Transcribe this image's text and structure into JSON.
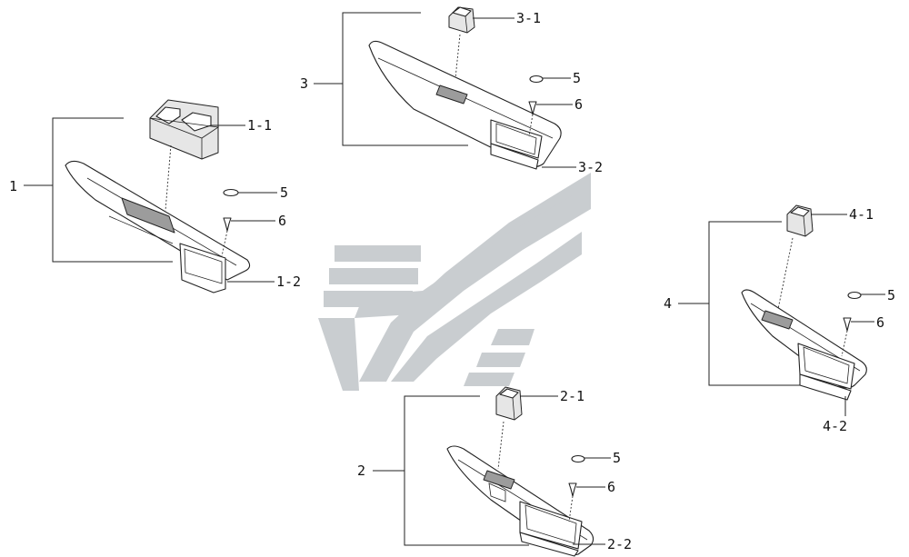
{
  "labels": {
    "group1": "1",
    "part1_1": "1-1",
    "part1_2": "1-2",
    "group2": "2",
    "part2_1": "2-1",
    "part2_2": "2-2",
    "group3": "3",
    "part3_1": "3-1",
    "part3_2": "3-2",
    "group4": "4",
    "part4_1": "4-1",
    "part4_2": "4-2",
    "cap_g1": "5",
    "screw_g1": "6",
    "cap_g2": "5",
    "screw_g2": "6",
    "cap_g3": "5",
    "screw_g3": "6",
    "cap_g4": "5",
    "screw_g4": "6"
  },
  "colors": {
    "watermark": "#c9cdd0",
    "line": "#222222"
  }
}
